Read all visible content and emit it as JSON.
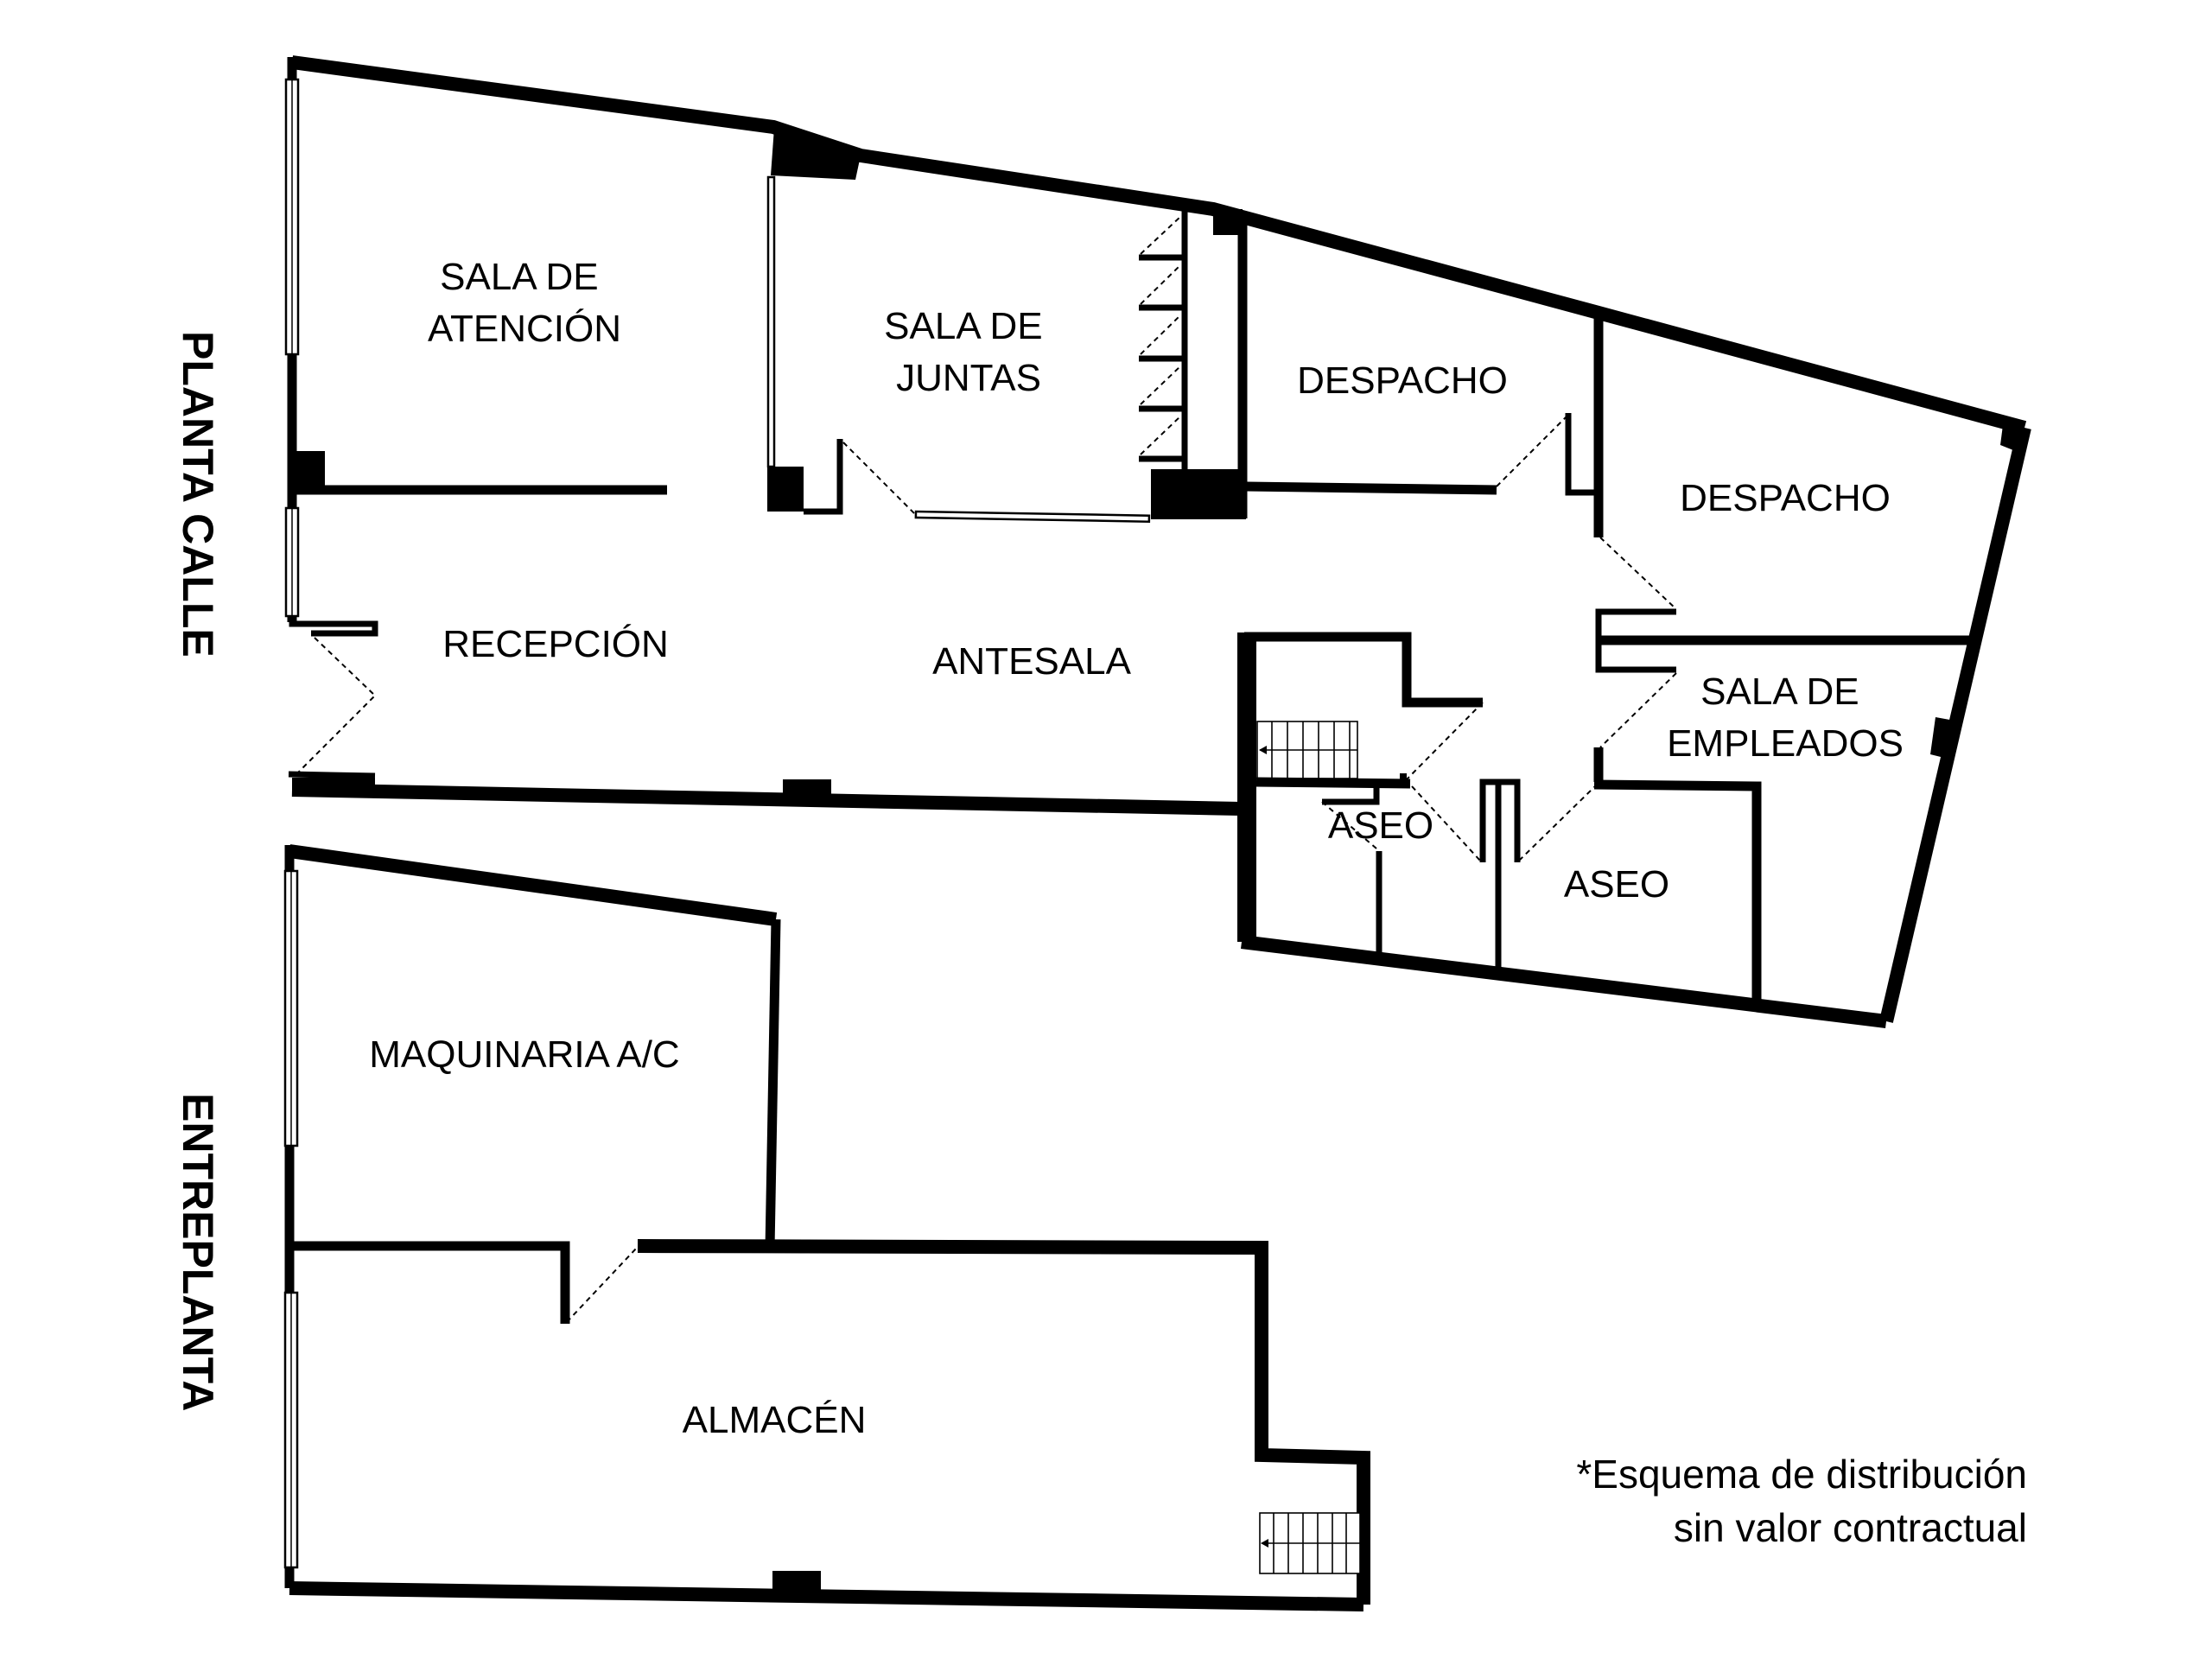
{
  "floors": {
    "ground": {
      "label": "PLANTA CALLE",
      "rooms": [
        {
          "id": "sala-atencion",
          "lines": [
            "SALA DE",
            "ATENCIÓN"
          ]
        },
        {
          "id": "sala-juntas",
          "lines": [
            "SALA DE",
            "JUNTAS"
          ]
        },
        {
          "id": "despacho-1",
          "lines": [
            "DESPACHO"
          ]
        },
        {
          "id": "despacho-2",
          "lines": [
            "DESPACHO"
          ]
        },
        {
          "id": "recepcion",
          "lines": [
            "RECEPCIÓN"
          ]
        },
        {
          "id": "antesala",
          "lines": [
            "ANTESALA"
          ]
        },
        {
          "id": "sala-empleados",
          "lines": [
            "SALA DE",
            "EMPLEADOS"
          ]
        },
        {
          "id": "aseo-1",
          "lines": [
            "ASEO"
          ]
        },
        {
          "id": "aseo-2",
          "lines": [
            "ASEO"
          ]
        }
      ]
    },
    "mezzanine": {
      "label": "ENTREPLANTA",
      "rooms": [
        {
          "id": "maquinaria",
          "lines": [
            "MAQUINARIA A/C"
          ]
        },
        {
          "id": "almacen",
          "lines": [
            "ALMACÉN"
          ]
        }
      ]
    }
  },
  "note": {
    "line1": "*Esquema de distribución",
    "line2": "sin valor contractual"
  },
  "colors": {
    "wall": "#000000",
    "background": "#ffffff"
  }
}
